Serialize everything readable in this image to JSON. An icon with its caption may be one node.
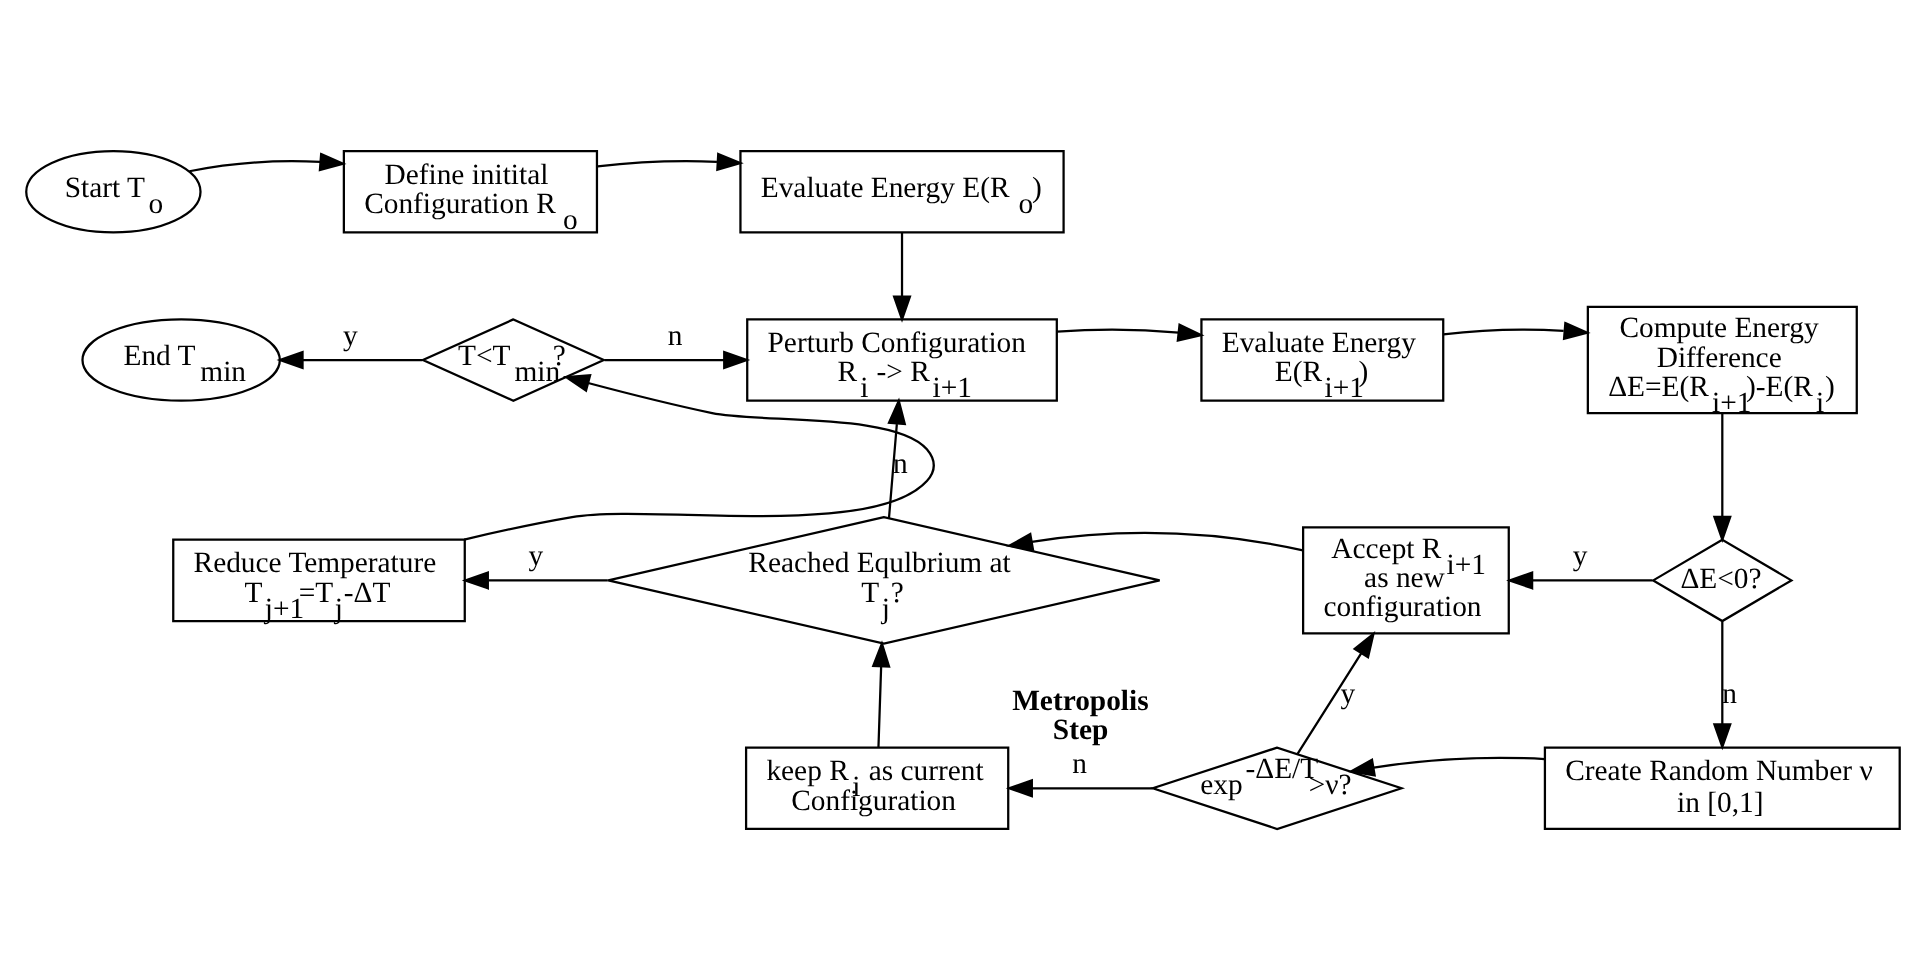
{
  "diagram": {
    "nodes": [
      {
        "text": [
          "Start T$_{o}$"
        ]
      },
      {
        "text": [
          "Define initital Configuration R$_{o}$"
        ]
      },
      {
        "text": [
          "Evaluate Energy E(R$_{o}$)"
        ]
      },
      {
        "text": [
          "Perturb Configuration R$_{i}$ -> R$_{i+1}$"
        ]
      },
      {
        "text": [
          "Evaluate Energy E(R$_{i+1}$)"
        ]
      },
      {
        "text": [
          "Compute Energy Difference ΔE=E(R$_{i+1}$)-E(R$_{i}$)"
        ]
      },
      {
        "text": [
          "ΔE<0?"
        ]
      },
      {
        "text": [
          "Accept R$_{i+1}$ as new configuration"
        ]
      },
      {
        "text": [
          "Create Random Number ν in [0,1]"
        ]
      },
      {
        "text": [
          "exp$^{-ΔE/T}$>ν?"
        ],
        "beside": [
          "Metropolis Step"
        ]
      },
      {
        "text": [
          "keep R$_{i}$ as current Configuration"
        ]
      },
      {
        "text": [
          "Reached Equlbrium at T$_{j}$?"
        ]
      },
      {
        "text": [
          "Reduce Temperature T$_{j+1}$=T$_{j}$-ΔT"
        ]
      },
      {
        "text": [
          "T<T$_{min}$?"
        ]
      },
      {
        "text": [
          "End T$_{min}$"
        ]
      }
    ],
    "edges": [
      {
        "from": 0,
        "to": 1,
        "arrow": "to"
      },
      {
        "from": 1,
        "to": 2,
        "arrow": "to"
      },
      {
        "from": 2,
        "to": 3,
        "arrow": "to"
      },
      {
        "from": 3,
        "to": 4,
        "arrow": "to"
      },
      {
        "from": 4,
        "to": 5,
        "arrow": "to"
      },
      {
        "from": 5,
        "to": 6,
        "arrow": "to"
      },
      {
        "from": 6,
        "to": 7,
        "arrow": "to",
        "label": "y"
      },
      {
        "from": 6,
        "to": 8,
        "arrow": "to",
        "label": "n"
      },
      {
        "from": 8,
        "to": 9,
        "arrow": "to"
      },
      {
        "from": 9,
        "to": 7,
        "arrow": "to",
        "label": "y"
      },
      {
        "from": 9,
        "to": 10,
        "arrow": "to",
        "label": "n"
      },
      {
        "from": 7,
        "to": 11,
        "arrow": "to"
      },
      {
        "from": 10,
        "to": 11,
        "arrow": "to"
      },
      {
        "from": 11,
        "to": 3,
        "arrow": "to",
        "label": "n"
      },
      {
        "from": 11,
        "to": 12,
        "arrow": "to",
        "label": "y"
      },
      {
        "from": 12,
        "to": 13,
        "arrow": "to"
      },
      {
        "from": 13,
        "to": 3,
        "arrow": "to",
        "label": "n"
      },
      {
        "from": 13,
        "to": 14,
        "arrow": "to",
        "label": "y"
      }
    ]
  }
}
